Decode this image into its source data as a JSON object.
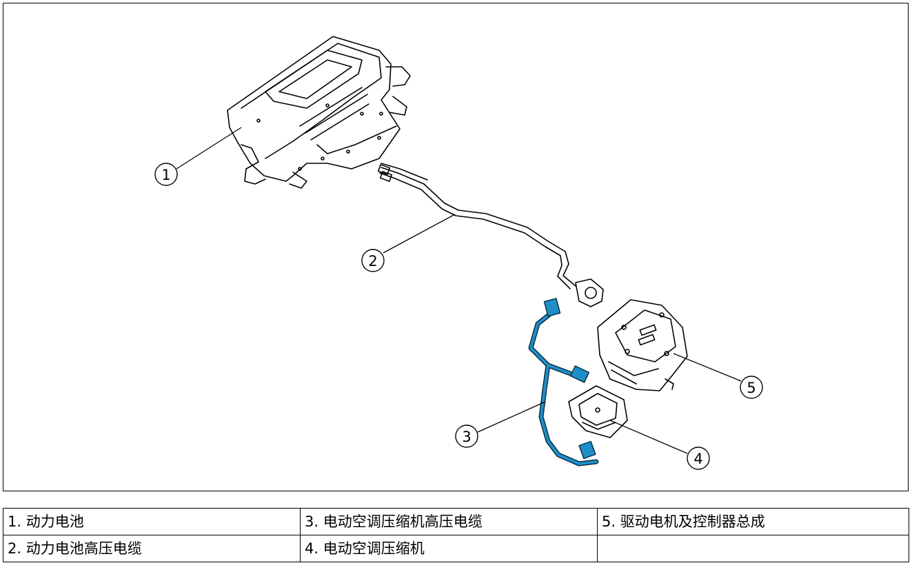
{
  "diagram": {
    "callouts": [
      "1",
      "2",
      "3",
      "4",
      "5"
    ]
  },
  "legend": {
    "rows": [
      [
        "1. 动力电池",
        "3. 电动空调压缩机高压电缆",
        "5. 驱动电机及控制器总成"
      ],
      [
        "2. 动力电池高压电缆",
        "4. 电动空调压缩机",
        ""
      ]
    ]
  },
  "colors": {
    "line": "#000000",
    "ac_cable": "#1e8fc8",
    "ac_cable_outline": "#0d2f45",
    "border": "#000000",
    "background": "#ffffff"
  }
}
